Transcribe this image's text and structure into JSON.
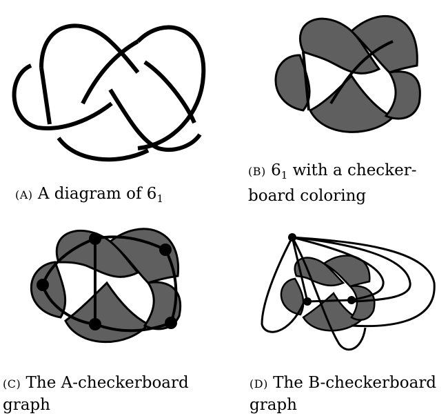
{
  "panels": [
    {
      "id": "a",
      "label": "(A)",
      "knot_index": "6",
      "knot_subscript": "1",
      "caption_lines": [
        "A diagram of"
      ]
    },
    {
      "id": "b",
      "label": "(B)",
      "knot_index": "6",
      "knot_subscript": "1",
      "caption_lines": [
        "with a checker-",
        "board coloring"
      ]
    },
    {
      "id": "c",
      "label": "(C)",
      "caption_lines": [
        "The A-checkerboard",
        "graph"
      ]
    },
    {
      "id": "d",
      "label": "(D)",
      "caption_lines": [
        "The B-checkerboard",
        "graph"
      ]
    }
  ],
  "colors": {
    "shade": "#5f5f5f",
    "strand": "#000000",
    "background": "#ffffff"
  }
}
